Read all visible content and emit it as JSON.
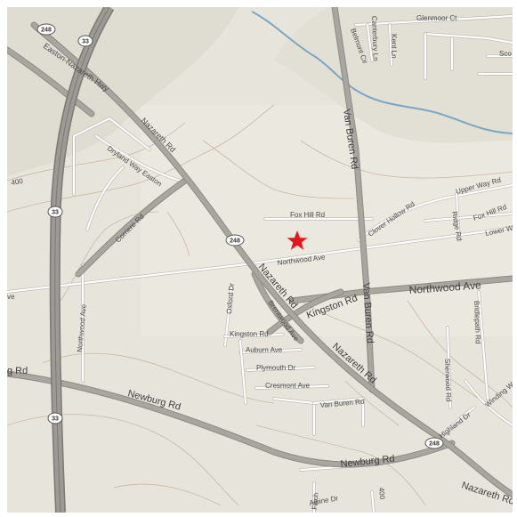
{
  "map": {
    "colors": {
      "land": "#e7e4db",
      "river": "#7ba7c4",
      "highway": "#9d9a95",
      "road": "#a9a6a0",
      "minor_road": "#ffffff",
      "contour": "#c9b8a6",
      "marker": "#e8141b"
    },
    "marker": {
      "icon": "star-icon",
      "color": "#e8141b"
    },
    "shields": {
      "s248_nw": "248",
      "s33_nw": "33",
      "s33_w": "33",
      "s248_center": "248",
      "s33_sw": "33",
      "s248_se": "248"
    },
    "labels": {
      "easton_nazareth_hwy": "Easton-Nazareth Hwy",
      "nazareth_rd_nw": "Nazareth Rd",
      "dryland_way_easton": "Dryland Way Easton",
      "corriere_rd": "Corriere Rd",
      "van_buren_rd_n": "Van Buren Rd",
      "van_buren_rd_s": "Van Buren Rd",
      "glenmoor_ct": "Glenmoor Ct",
      "kent_ln": "Kent Ln",
      "canterbury_ln": "Canterbury Ln",
      "belmont_cir": "Belmont Cir",
      "sco": "Sco",
      "fox_hill_rd": "Fox Hill Rd",
      "fox_hill_rd_e": "Fox Hill Rd",
      "clover_hollow_rd": "Clover Hollow Rd",
      "ridge_rd": "Ridge Rd",
      "upper_way_rd": "Upper Way Rd",
      "lower_way": "Lower Wa",
      "northwood_ave": "Northwood Ave",
      "northwood_ave_e": "Northwood Ave",
      "northwood_ave_w": "Northwood Ave",
      "nazareth_rd_center": "Nazareth Rd",
      "kingston_rd": "Kingston Rd",
      "oxford_dr": "Oxford Dr",
      "brentwood_ave": "Brentwood Ave",
      "kingston_rd_s": "Kingston Rd",
      "auburn_ave": "Auburn Ave",
      "plymouth_dr": "Plymouth Dr",
      "cresmont_ave": "Cresmont Ave",
      "van_buren_rd_short": "Van Buren Rd",
      "nazareth_rd_se": "Nazareth Rd",
      "bridlepath_rd": "Bridlepath Rd",
      "sherwood_rd": "Sherwood Rd",
      "winding_way": "Winding Way",
      "highland_dr": "Highland Dr",
      "newburg_rd_w": "Newburg Rd",
      "newburg_rd_s": "Newburg Rd",
      "g_rd": "g Rd",
      "ave_w": "ve",
      "nazareth_rd_corner": "Nazareth Rd",
      "alpine_dr": "Alpine Dr",
      "fisch": "Fisch",
      "contour_400": "400",
      "contour_400_s": "400"
    }
  }
}
